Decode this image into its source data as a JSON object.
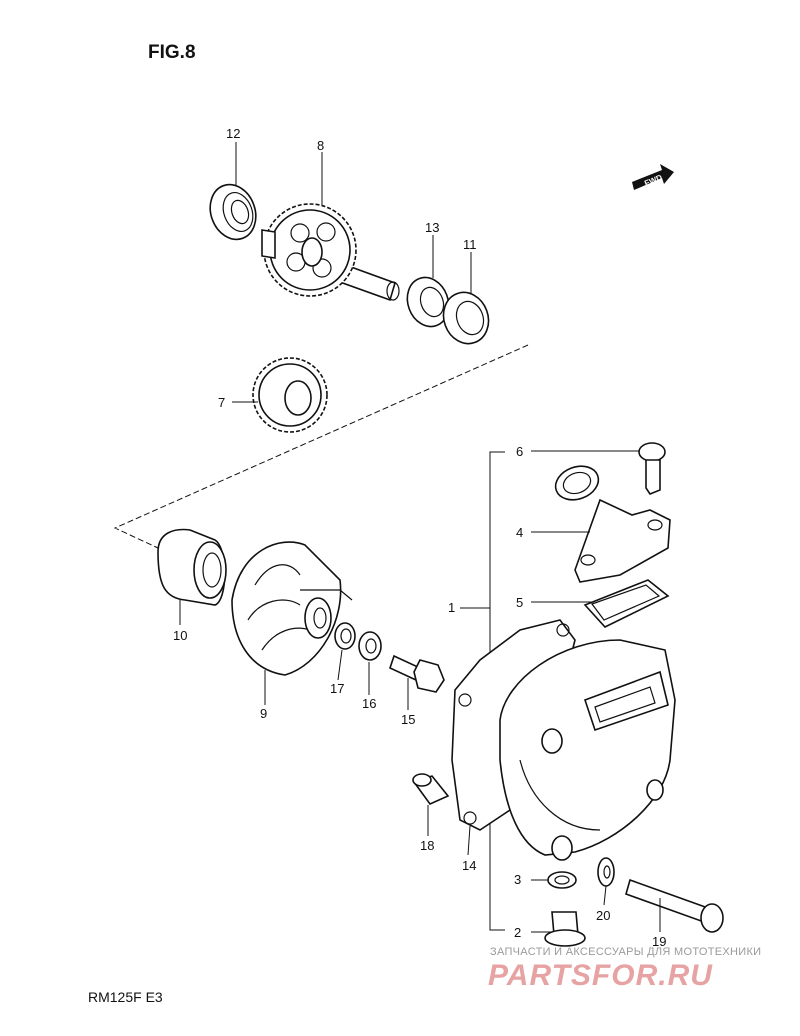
{
  "figure": {
    "title": "FIG.8",
    "model": "RM125F  E3",
    "fwd_badge": "FWD"
  },
  "callouts": {
    "p1": "1",
    "p2": "2",
    "p3": "3",
    "p4": "4",
    "p5": "5",
    "p6": "6",
    "p7": "7",
    "p8": "8",
    "p9": "9",
    "p10": "10",
    "p11": "11",
    "p12": "12",
    "p13": "13",
    "p14": "14",
    "p15": "15",
    "p16": "16",
    "p17": "17",
    "p18": "18",
    "p19": "19",
    "p20": "20"
  },
  "watermark": {
    "tagline": "ЗАПЧАСТИ И АКСЕССУАРЫ ДЛЯ МОТОТЕХНИКИ",
    "brand": "PARTSFOR.RU"
  }
}
